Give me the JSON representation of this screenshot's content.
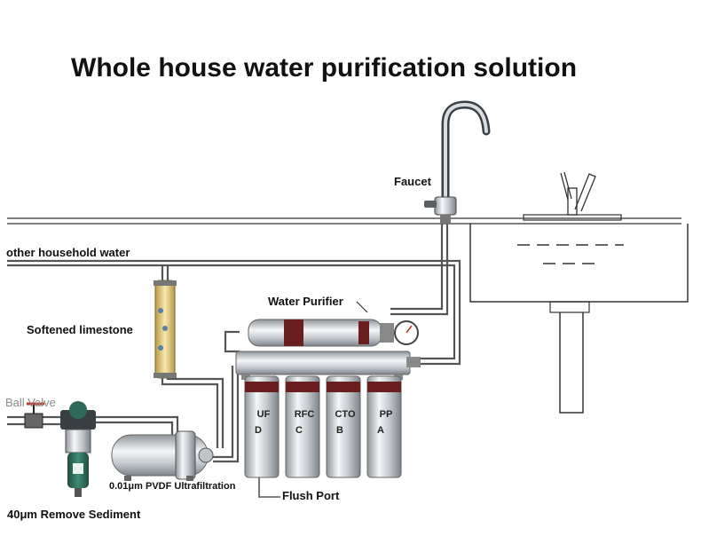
{
  "title": "Whole house water purification solution",
  "labels": {
    "faucet": "Faucet",
    "other_household_water": "other household water",
    "water_purifier": "Water Purifier",
    "softened_limestone": "Softened limestone",
    "ball_valve": "Ball Valve",
    "ultrafiltration": "0.01μm PVDF Ultrafiltration",
    "flush_port": "Flush Port",
    "sediment": "40μm Remove Sediment"
  },
  "cartridges": [
    {
      "code": "UF",
      "letter": "D"
    },
    {
      "code": "RFC",
      "letter": "C"
    },
    {
      "code": "CTO",
      "letter": "B"
    },
    {
      "code": "PP",
      "letter": "A"
    }
  ],
  "colors": {
    "pipe": "#555555",
    "steel": "#c9cdd1",
    "filter_band": "#6b1e1e",
    "softener": "#e3cf86"
  }
}
